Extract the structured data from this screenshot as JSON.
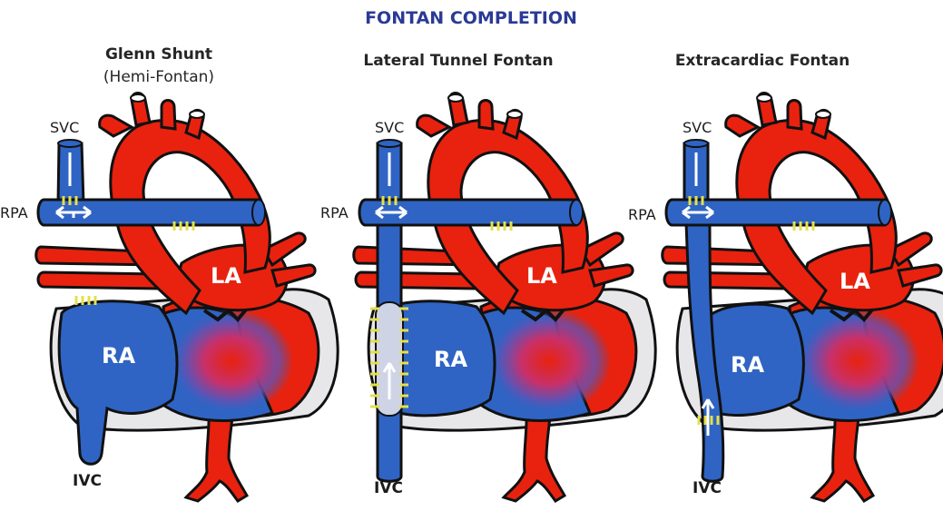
{
  "title": "FONTAN COMPLETION",
  "colors": {
    "oxygenated": "#e8220f",
    "deoxygenated": "#2f64c4",
    "outline": "#111111",
    "suture": "#e4e04a",
    "baffle": "#cfd3e6",
    "pericardium": "#e7e7ea",
    "title": "#2a3a96"
  },
  "panels": [
    {
      "title": "Glenn Shunt",
      "subtitle": "(Hemi-Fontan)",
      "labels": {
        "svc": "SVC",
        "rpa": "RPA",
        "ivc": "IVC",
        "ra": "RA",
        "la": "LA"
      }
    },
    {
      "title": "Lateral Tunnel Fontan",
      "subtitle": "",
      "labels": {
        "svc": "SVC",
        "rpa": "RPA",
        "ivc": "IVC",
        "ra": "RA",
        "la": "LA"
      }
    },
    {
      "title": "Extracardiac Fontan",
      "subtitle": "",
      "labels": {
        "svc": "SVC",
        "rpa": "RPA",
        "ivc": "IVC",
        "ra": "RA",
        "la": "LA"
      }
    }
  ]
}
